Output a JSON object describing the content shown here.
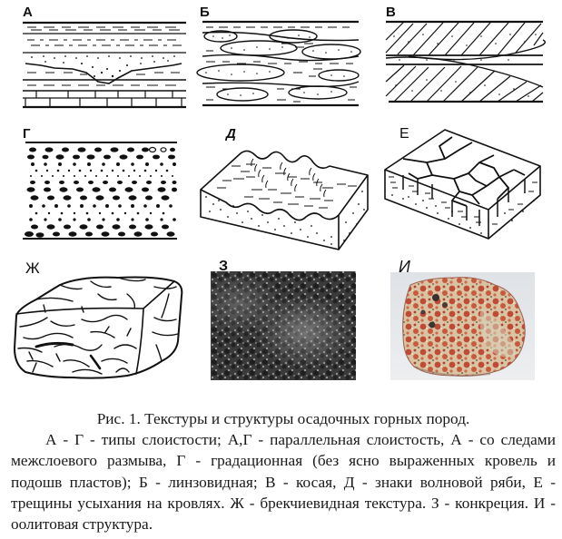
{
  "figure": {
    "panels": [
      {
        "id": "A",
        "label": "А",
        "description": "parallel bedding with traces of interlayer erosion"
      },
      {
        "id": "B",
        "label": "Б",
        "description": "lenticular bedding"
      },
      {
        "id": "V",
        "label": "В",
        "description": "cross bedding"
      },
      {
        "id": "G",
        "label": "Г",
        "description": "graded bedding"
      },
      {
        "id": "D",
        "label": "Д",
        "description": "wave ripple marks"
      },
      {
        "id": "E",
        "label": "Е",
        "description": "desiccation cracks on bed tops"
      },
      {
        "id": "Zh",
        "label": "Ж",
        "description": "breccia-like texture"
      },
      {
        "id": "Z",
        "label": "З",
        "description": "concretion (photo)"
      },
      {
        "id": "I",
        "label": "И",
        "description": "oolitic structure (photo)"
      }
    ],
    "colors": {
      "ink": "#111111",
      "photo_gray_dark": "#2e2e2e",
      "photo_gray_light": "#8a8a8a",
      "oolite_red": "#c0503a",
      "oolite_matrix": "#d9c9a8",
      "photo_bg": "#e6e8ea"
    }
  },
  "caption": {
    "title": "Рис. 1. Текстуры и структуры осадочных горных пород.",
    "body": "А - Г - типы слоистости; А,Г - параллельная слоистость, А - со следами межслоевого размыва, Г - градационная (без ясно выраженных кровель и подошв пластов); Б - линзовидная; В - косая, Д - знаки волновой ряби, Е - трещины усыхания на кровлях. Ж - брекчиевидная текстура. З - конкреция. И - оолитовая структура."
  }
}
